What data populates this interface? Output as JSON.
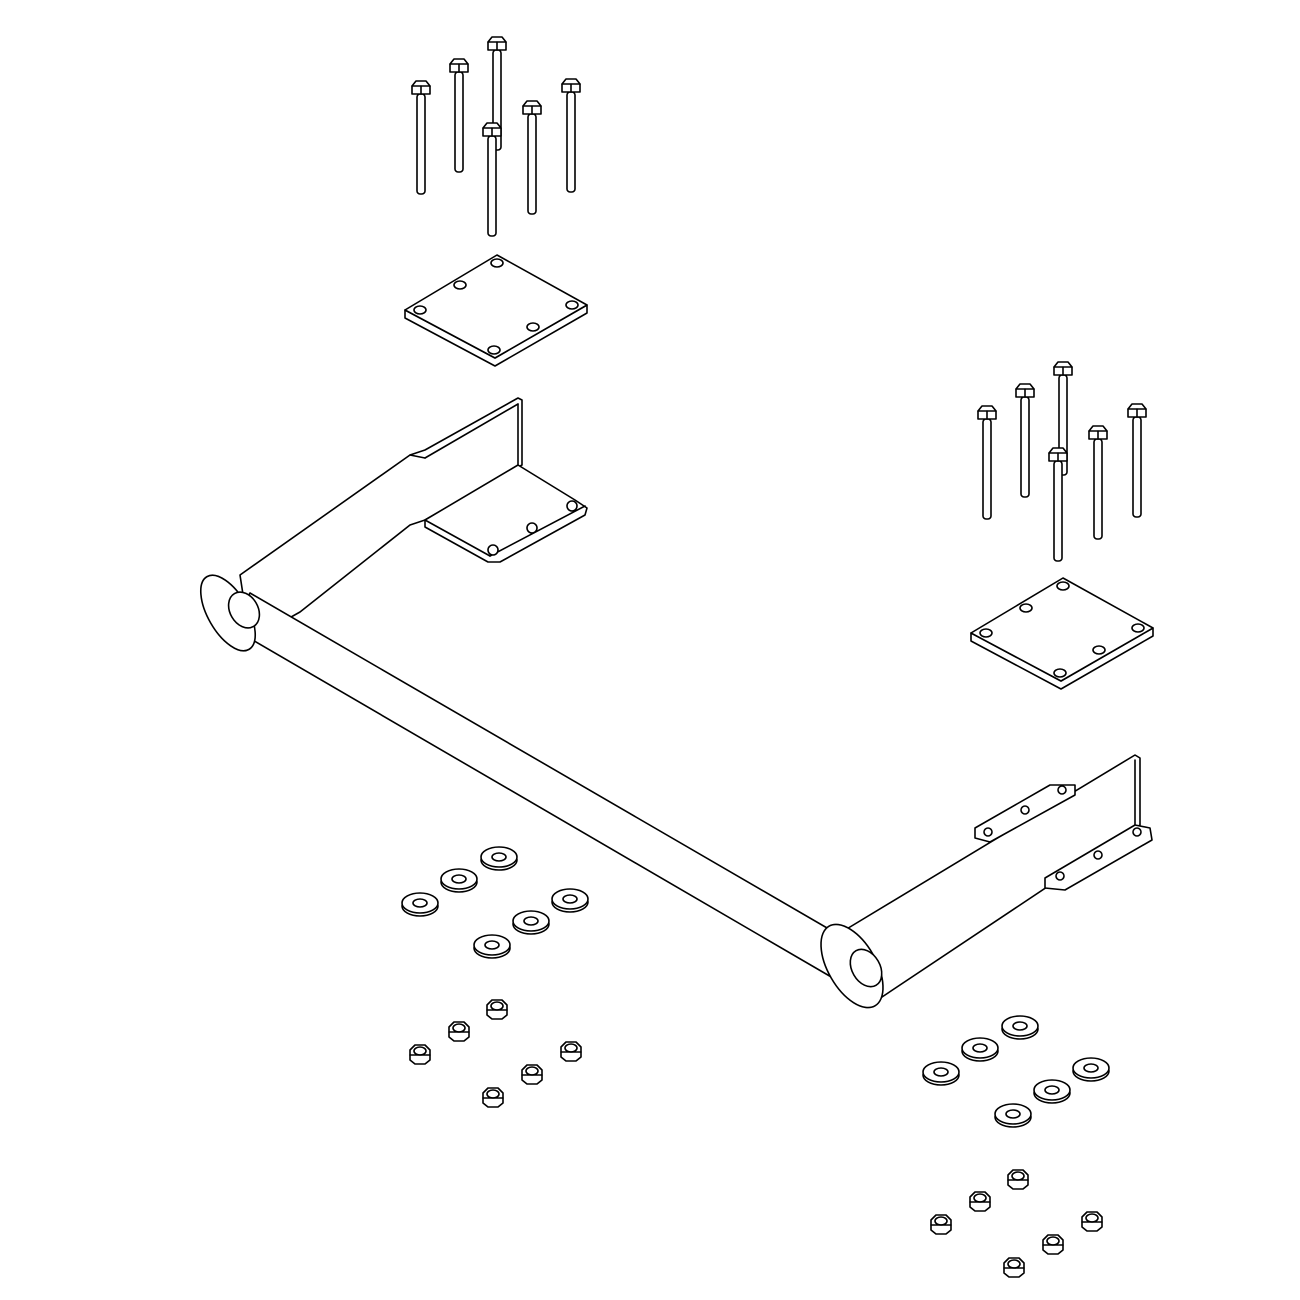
{
  "diagram": {
    "type": "exploded-assembly-line-drawing",
    "line_color": "#000000",
    "background": "#ffffff",
    "parts": {
      "bolt_groups": 2,
      "bolts_per_group": 6,
      "mounting_plates": 2,
      "washer_groups": 2,
      "washers_per_group": 6,
      "nut_groups": 2,
      "nuts_per_group": 6,
      "frame": 1
    }
  }
}
